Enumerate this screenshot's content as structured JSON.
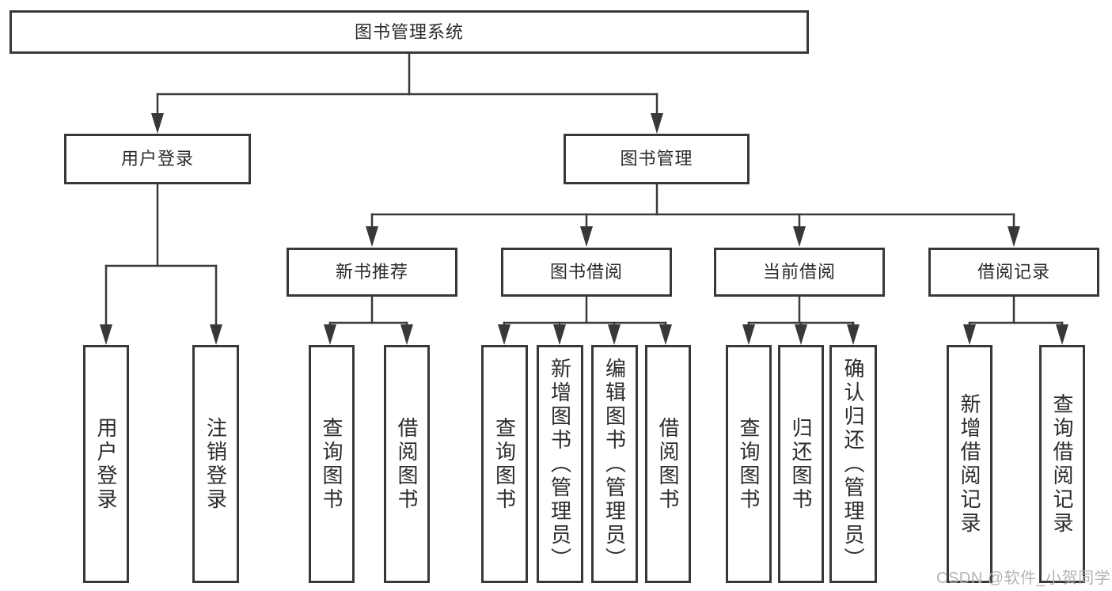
{
  "tree": {
    "label": "图书管理系统",
    "children": [
      {
        "label": "用户登录",
        "children": [
          {
            "label": "用户登录"
          },
          {
            "label": "注销登录"
          }
        ]
      },
      {
        "label": "图书管理",
        "children": [
          {
            "label": "新书推荐",
            "children": [
              {
                "label": "查询图书"
              },
              {
                "label": "借阅图书"
              }
            ]
          },
          {
            "label": "图书借阅",
            "children": [
              {
                "label": "查询图书"
              },
              {
                "label": "新增图书（管理员）"
              },
              {
                "label": "编辑图书（管理员）"
              },
              {
                "label": "借阅图书"
              }
            ]
          },
          {
            "label": "当前借阅",
            "children": [
              {
                "label": "查询图书"
              },
              {
                "label": "归还图书"
              },
              {
                "label": "确认归还（管理员）"
              }
            ]
          },
          {
            "label": "借阅记录",
            "children": [
              {
                "label": "新增借阅记录"
              },
              {
                "label": "查询借阅记录"
              }
            ]
          }
        ]
      }
    ]
  },
  "watermark": "CSDN @软件_小贺同学",
  "colors": {
    "line": "#3a3a3a",
    "box_border": "#383838",
    "text": "#2b2b2b",
    "watermark": "#b4b4b4",
    "background": "#ffffff"
  }
}
